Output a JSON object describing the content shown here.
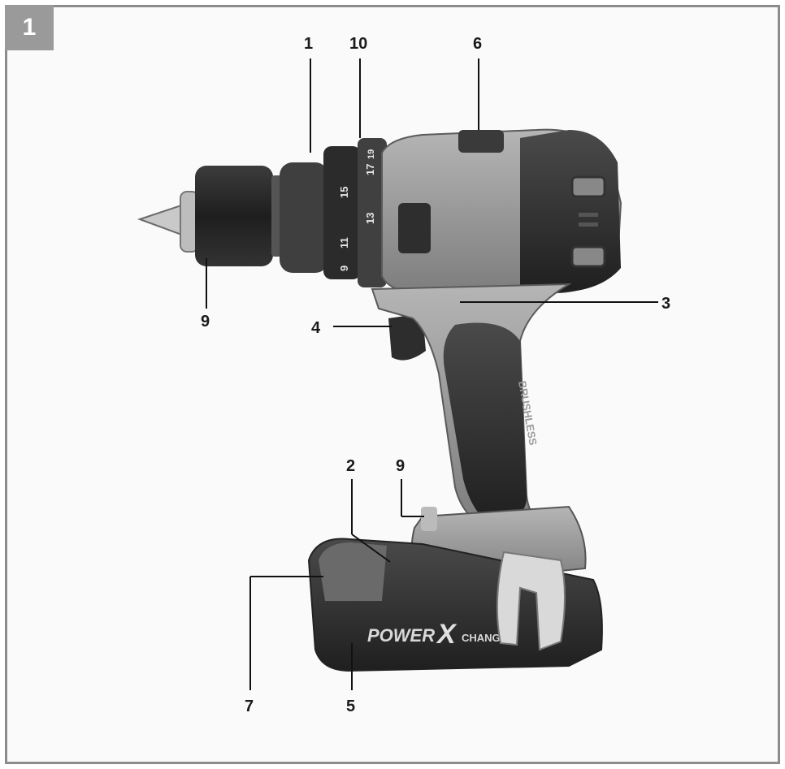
{
  "figure": {
    "number": "1",
    "colors": {
      "frame": "#8c8c8c",
      "tab": "#9a9a9a",
      "leader": "#111111",
      "body_dark": "#3a3a3a",
      "body_light": "#9b9b9b"
    }
  },
  "product_marks": {
    "battery_brand_1": "POWER",
    "battery_brand_2": "X",
    "battery_brand_3": "CHANGE",
    "housing_text": "BRUSHLESS",
    "torque_scale": [
      "9",
      "11",
      "13",
      "15",
      "17",
      "19"
    ]
  },
  "callouts": [
    {
      "id": "c1",
      "label": "1"
    },
    {
      "id": "c10",
      "label": "10"
    },
    {
      "id": "c6",
      "label": "6"
    },
    {
      "id": "c3",
      "label": "3"
    },
    {
      "id": "c4",
      "label": "4"
    },
    {
      "id": "c9a",
      "label": "9"
    },
    {
      "id": "c2",
      "label": "2"
    },
    {
      "id": "c9b",
      "label": "9"
    },
    {
      "id": "c7",
      "label": "7"
    },
    {
      "id": "c5",
      "label": "5"
    }
  ]
}
